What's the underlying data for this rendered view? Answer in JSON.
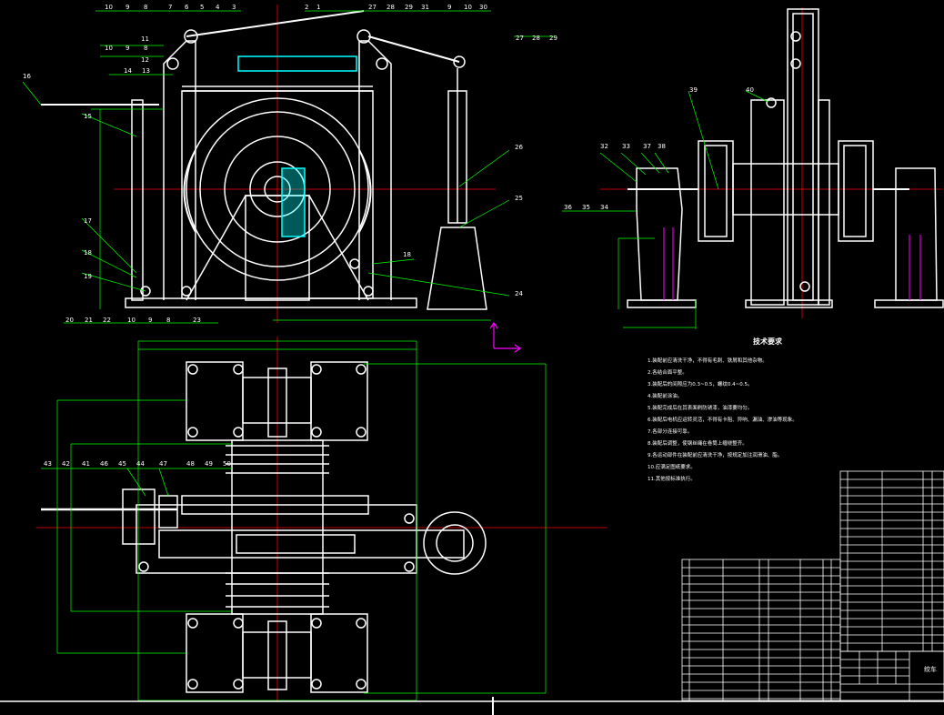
{
  "colors": {
    "background": "#000000",
    "outline": "#ffffff",
    "dimension": "#00ff00",
    "centerline": "#ff0000",
    "highlight": "#00ffff",
    "accent": "#ff00ff"
  },
  "front_view": {
    "top_balloons": [
      "10",
      "9",
      "8",
      "7",
      "6",
      "5",
      "4",
      "3",
      "2",
      "1",
      "27",
      "28",
      "29",
      "31",
      "9",
      "10",
      "30"
    ],
    "left_balloons": [
      "10",
      "9",
      "8",
      "11",
      "12",
      "14",
      "13",
      "16",
      "15",
      "17",
      "18",
      "19",
      "20",
      "21",
      "22",
      "10",
      "9",
      "8",
      "23"
    ],
    "right_balloons": [
      "27",
      "28",
      "29",
      "26",
      "25",
      "18",
      "24"
    ]
  },
  "side_view": {
    "balloons": [
      "39",
      "40",
      "32",
      "33",
      "37",
      "38",
      "36",
      "35",
      "34"
    ]
  },
  "plan_view": {
    "balloons": [
      "43",
      "42",
      "41",
      "46",
      "45",
      "44",
      "47",
      "48",
      "49",
      "50"
    ]
  },
  "notes": {
    "heading": "技术要求",
    "lines": [
      "1.装配前应清洗干净，不得有毛刺、铁屑和其他杂物。",
      "2.各结合面平整。",
      "3.装配后的间隙应为0.3~0.5，螺纹0.4~0.5。",
      "4.装配前涂油。",
      "5.装配完成后在其表面刷防锈漆，油漆要均匀。",
      "6.装配后电机应运转灵活，不得有卡阻、异响、漏油、渗油等现象。",
      "7.各部分连接可靠。",
      "8.装配后调整，使钢丝绳在卷筒上缠绕整齐。",
      "9.各运动部件在装配前应清洗干净，按规定加注润滑油、脂。",
      "10.应满足图纸要求。",
      "11.其他按标准执行。"
    ]
  },
  "title_block": {
    "name": "绞车"
  }
}
